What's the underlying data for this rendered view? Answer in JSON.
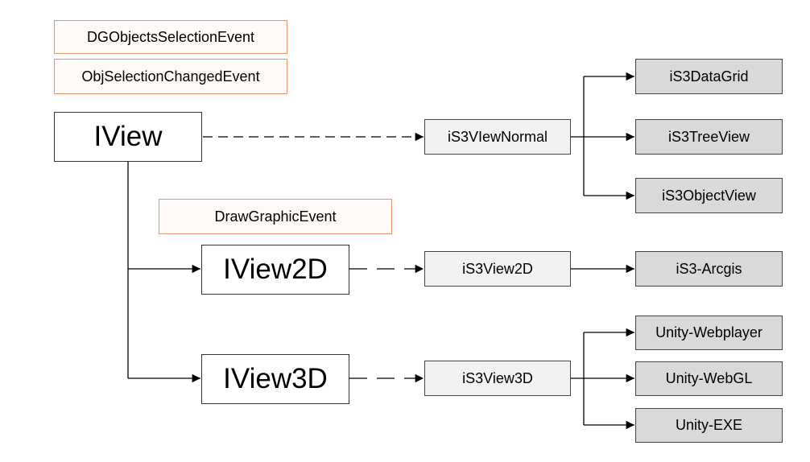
{
  "events": {
    "dg_objects_selection": "DGObjectsSelectionEvent",
    "obj_selection_changed": "ObjSelectionChangedEvent",
    "draw_graphic": "DrawGraphicEvent"
  },
  "interfaces": {
    "iview": "IView",
    "iview2d": "IView2D",
    "iview3d": "IView3D"
  },
  "implementations": {
    "normal": "iS3VIewNormal",
    "view2d": "iS3View2D",
    "view3d": "iS3View3D"
  },
  "leaves": {
    "data_grid": "iS3DataGrid",
    "tree_view": "iS3TreeView",
    "object_view": "iS3ObjectView",
    "arcgis": "iS3-Arcgis",
    "unity_webplayer": "Unity-Webplayer",
    "unity_webgl": "Unity-WebGL",
    "unity_exe": "Unity-EXE"
  },
  "colors": {
    "event_border": "#e8956b",
    "impl_fill": "#f2f2f2",
    "leaf_fill": "#d9d9d9",
    "line": "#000000"
  }
}
